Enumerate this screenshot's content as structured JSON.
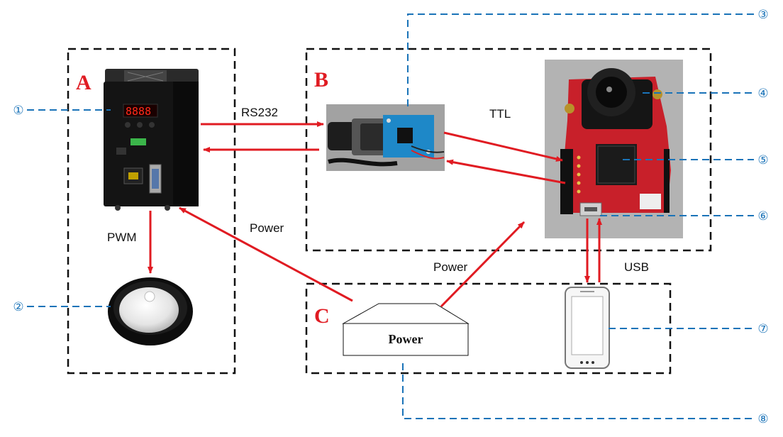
{
  "regions": {
    "a": "A",
    "b": "B",
    "c": "C"
  },
  "edges": {
    "rs232": "RS232",
    "ttl": "TTL",
    "pwm": "PWM",
    "power_to_controller": "Power",
    "power_to_board": "Power",
    "usb": "USB"
  },
  "power_supply_label": "Power",
  "callouts": {
    "c1": "①",
    "c2": "②",
    "c3": "③",
    "c4": "④",
    "c5": "⑤",
    "c6": "⑥",
    "c7": "⑦",
    "c8": "⑧"
  },
  "controller_display": "8888",
  "colors": {
    "arrow": "#e01b22",
    "callout": "#1a73b8",
    "boundary": "#111111",
    "board": "#c8202a"
  }
}
